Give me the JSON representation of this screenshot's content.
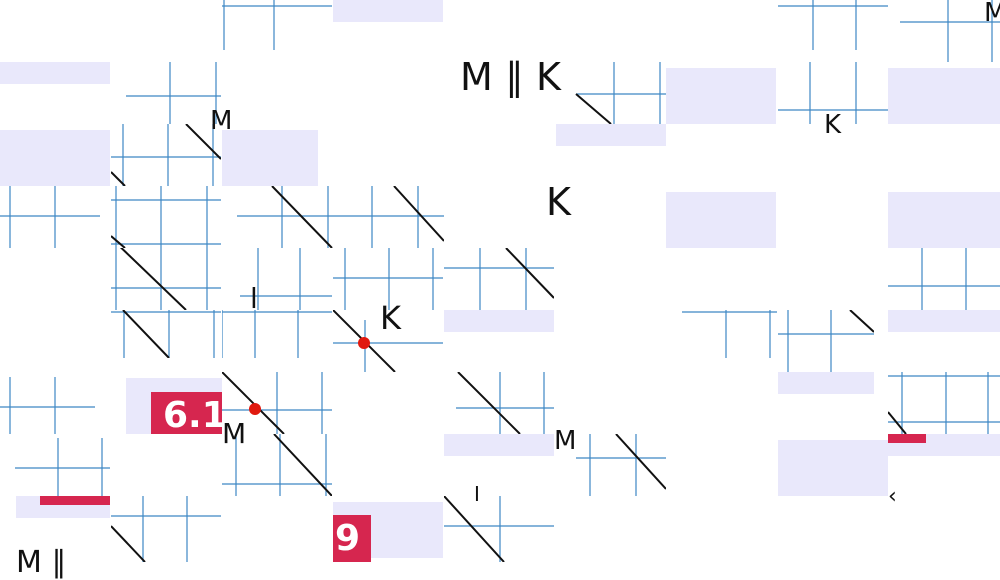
{
  "colors": {
    "grid": "#3d87c4",
    "diagonal": "#111111",
    "panel": "#e9e8fb",
    "accent": "#d6264f",
    "point": "#e0190f"
  },
  "labels": {
    "parallel_main": "M ∥ K",
    "k_top_right": "K",
    "k_mid": "K",
    "k_center": "K",
    "m_corner": "M",
    "m_left": "M",
    "m_mid": "M",
    "m_top_right": "M",
    "bracket": "l",
    "bottom_left": "M ∥",
    "small_mark": "I",
    "tiny_mark": "‹"
  },
  "badges": {
    "value_a": "6.1",
    "value_b": "9"
  }
}
